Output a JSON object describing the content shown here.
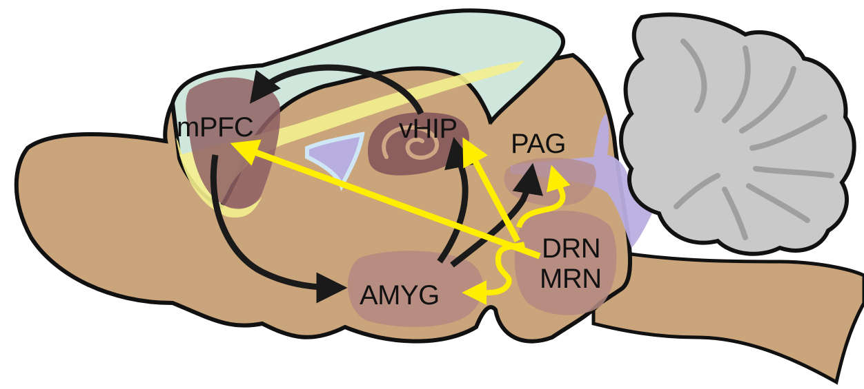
{
  "labels": {
    "mpfc": "mPFC",
    "vhip": "vHIP",
    "pag": "PAG",
    "drn": "DRN",
    "mrn": "MRN",
    "amyg": "AMYG"
  },
  "colors": {
    "brain_fill": "#caa47a",
    "outline": "#111111",
    "cortex_fill": "#cfe6dc",
    "white_matter": "#f3ef8f",
    "ventricle": "#b9aee0",
    "ventricle_edge": "#cfe7f4",
    "nucleus": "#b48a84",
    "mpfc_fill": "#8f6064",
    "vhip_fill": "#85585c",
    "cerebellum": "#c9c9c9",
    "black_arrow": "#1a1a1a",
    "yellow_arrow": "#ffee00"
  },
  "icons": [
    "brain-sagittal-outline",
    "cerebellum-shape"
  ],
  "connections": {
    "black": [
      {
        "from": "mPFC",
        "to": "AMYG"
      },
      {
        "from": "vHIP",
        "to": "mPFC"
      },
      {
        "from": "AMYG",
        "to": "vHIP"
      },
      {
        "from": "AMYG",
        "to": "PAG"
      }
    ],
    "yellow": [
      {
        "from": "DRN/MRN",
        "to": "mPFC"
      },
      {
        "from": "DRN/MRN",
        "to": "vHIP"
      },
      {
        "from": "DRN/MRN",
        "to": "PAG"
      },
      {
        "from": "DRN/MRN",
        "to": "AMYG"
      }
    ]
  }
}
